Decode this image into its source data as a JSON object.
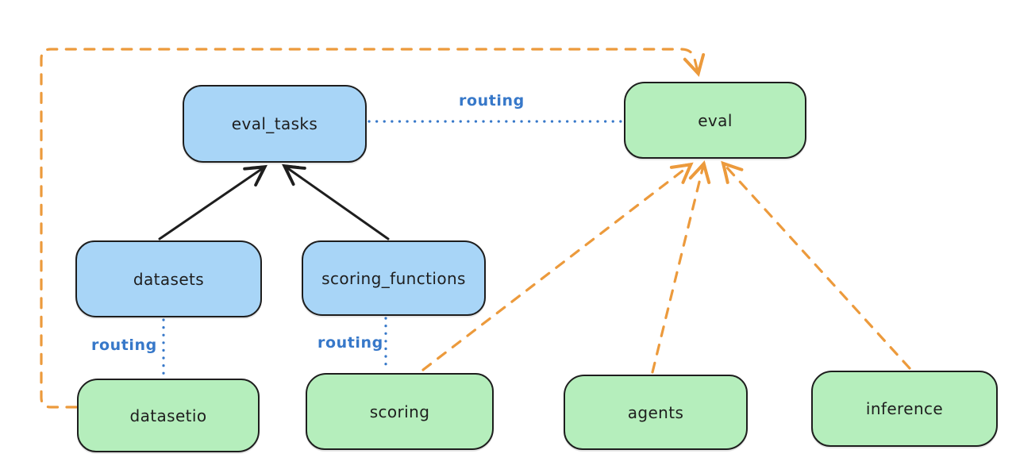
{
  "diagram": {
    "nodes": {
      "eval_tasks": {
        "label": "eval_tasks",
        "fill": "#a8d5f7"
      },
      "eval": {
        "label": "eval",
        "fill": "#b5eebc"
      },
      "datasets": {
        "label": "datasets",
        "fill": "#a8d5f7"
      },
      "scoring_functions": {
        "label": "scoring_functions",
        "fill": "#a8d5f7"
      },
      "datasetio": {
        "label": "datasetio",
        "fill": "#b5eebc"
      },
      "scoring": {
        "label": "scoring",
        "fill": "#b5eebc"
      },
      "agents": {
        "label": "agents",
        "fill": "#b5eebc"
      },
      "inference": {
        "label": "inference",
        "fill": "#b5eebc"
      }
    },
    "edge_labels": {
      "eval_tasks_to_eval": "routing",
      "datasets_to_datasetio": "routing",
      "scoring_functions_to_scoring": "routing"
    },
    "edges": [
      {
        "from": "datasets",
        "to": "eval_tasks",
        "style": "solid-black-arrow"
      },
      {
        "from": "scoring_functions",
        "to": "eval_tasks",
        "style": "solid-black-arrow"
      },
      {
        "from": "eval_tasks",
        "to": "eval",
        "style": "dotted-blue",
        "label": "routing"
      },
      {
        "from": "datasets",
        "to": "datasetio",
        "style": "dotted-blue",
        "label": "routing"
      },
      {
        "from": "scoring_functions",
        "to": "scoring",
        "style": "dotted-blue",
        "label": "routing"
      },
      {
        "from": "datasetio",
        "to": "eval",
        "style": "dashed-orange-arrow",
        "route": "left-and-over-top"
      },
      {
        "from": "scoring",
        "to": "eval",
        "style": "dashed-orange-arrow"
      },
      {
        "from": "agents",
        "to": "eval",
        "style": "dashed-orange-arrow"
      },
      {
        "from": "inference",
        "to": "eval",
        "style": "dashed-orange-arrow"
      }
    ],
    "colors": {
      "api_box_fill": "#a8d5f7",
      "provider_box_fill": "#b5eebc",
      "box_stroke": "#1e1e1e",
      "routing_blue": "#3778c9",
      "dashed_orange": "#ec9a3c",
      "background": "#ffffff"
    }
  }
}
